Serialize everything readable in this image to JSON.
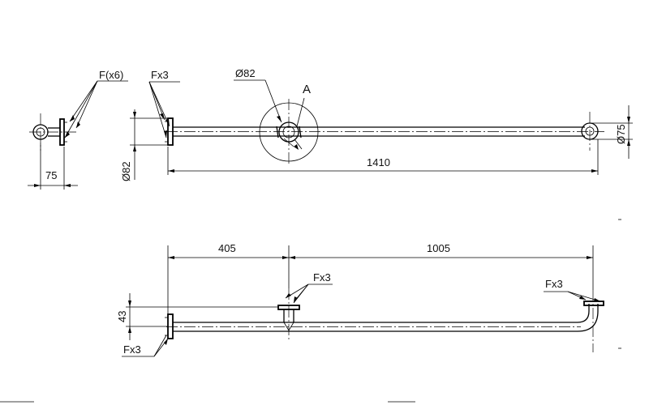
{
  "labels": {
    "f_x6": "F(x6)",
    "fx3_top": "Fx3",
    "dia82_circle": "Ø82",
    "detail_a": "A",
    "dim75_left": "75",
    "dia82_left": "Ø82",
    "len1410": "1410",
    "dia75": "Ø75",
    "len405": "405",
    "len1005": "1005",
    "fx3_mid": "Fx3",
    "fx3_right": "Fx3",
    "dim43": "43",
    "fx3_bottom": "Fx3"
  }
}
